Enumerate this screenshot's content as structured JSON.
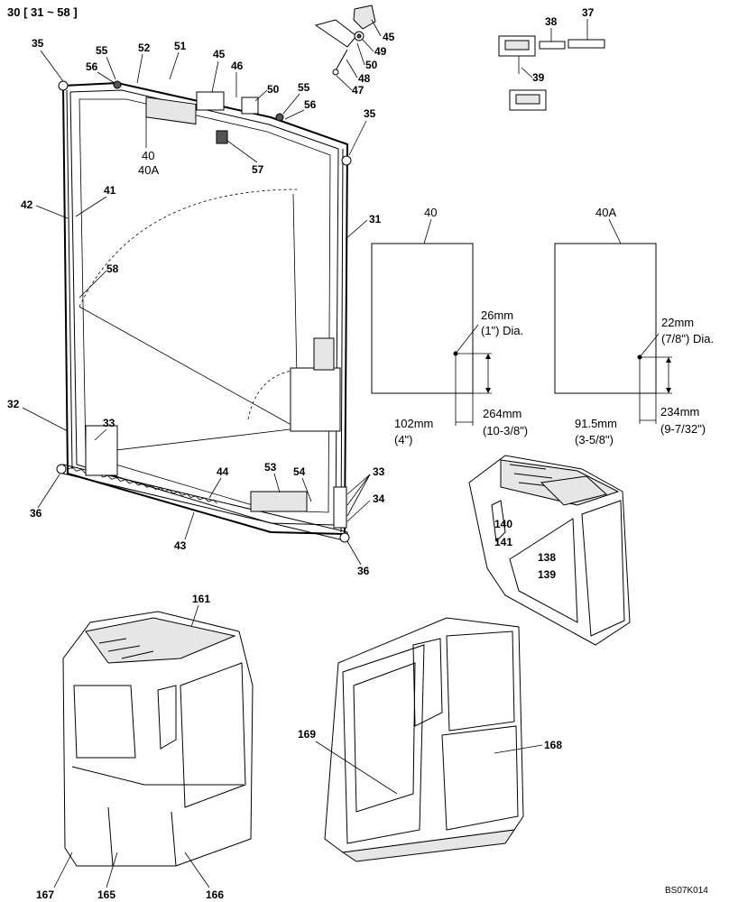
{
  "header": {
    "range": "30 [ 31 ~ 58 ]"
  },
  "footer": {
    "ref_code": "BS07K014"
  },
  "callouts": {
    "c35a": "35",
    "c55a": "55",
    "c56a": "56",
    "c52": "52",
    "c51": "51",
    "c45a": "45",
    "c46": "46",
    "c50a": "50",
    "c55b": "55",
    "c56b": "56",
    "c35b": "35",
    "c40": "40",
    "c40a": "40A",
    "c57": "57",
    "c42": "42",
    "c41": "41",
    "c31": "31",
    "c58": "58",
    "c32": "32",
    "c33a": "33",
    "c44": "44",
    "c53": "53",
    "c54": "54",
    "c33b": "33",
    "c34": "34",
    "c36a": "36",
    "c36b": "36",
    "c43": "43",
    "c45b": "45",
    "c49": "49",
    "c50b": "50",
    "c48": "48",
    "c47": "47",
    "c38": "38",
    "c37": "37",
    "c39": "39",
    "c140": "140",
    "c141": "141",
    "c138": "138",
    "c139": "139",
    "c161": "161",
    "c167": "167",
    "c165": "165",
    "c166": "166",
    "c169": "169",
    "c168": "168"
  },
  "glass_40": {
    "title": "40",
    "hole_dia_mm": "26mm",
    "hole_dia_in": "(1\") Dia.",
    "offset_x_mm": "102mm",
    "offset_x_in": "(4\")",
    "offset_y_mm": "264mm",
    "offset_y_in": "(10-3/8\")"
  },
  "glass_40a": {
    "title": "40A",
    "hole_dia_mm": "22mm",
    "hole_dia_in": "(7/8\") Dia.",
    "offset_x_mm": "91.5mm",
    "offset_x_in": "(3-5/8\")",
    "offset_y_mm": "234mm",
    "offset_y_in": "(9-7/32\")"
  }
}
